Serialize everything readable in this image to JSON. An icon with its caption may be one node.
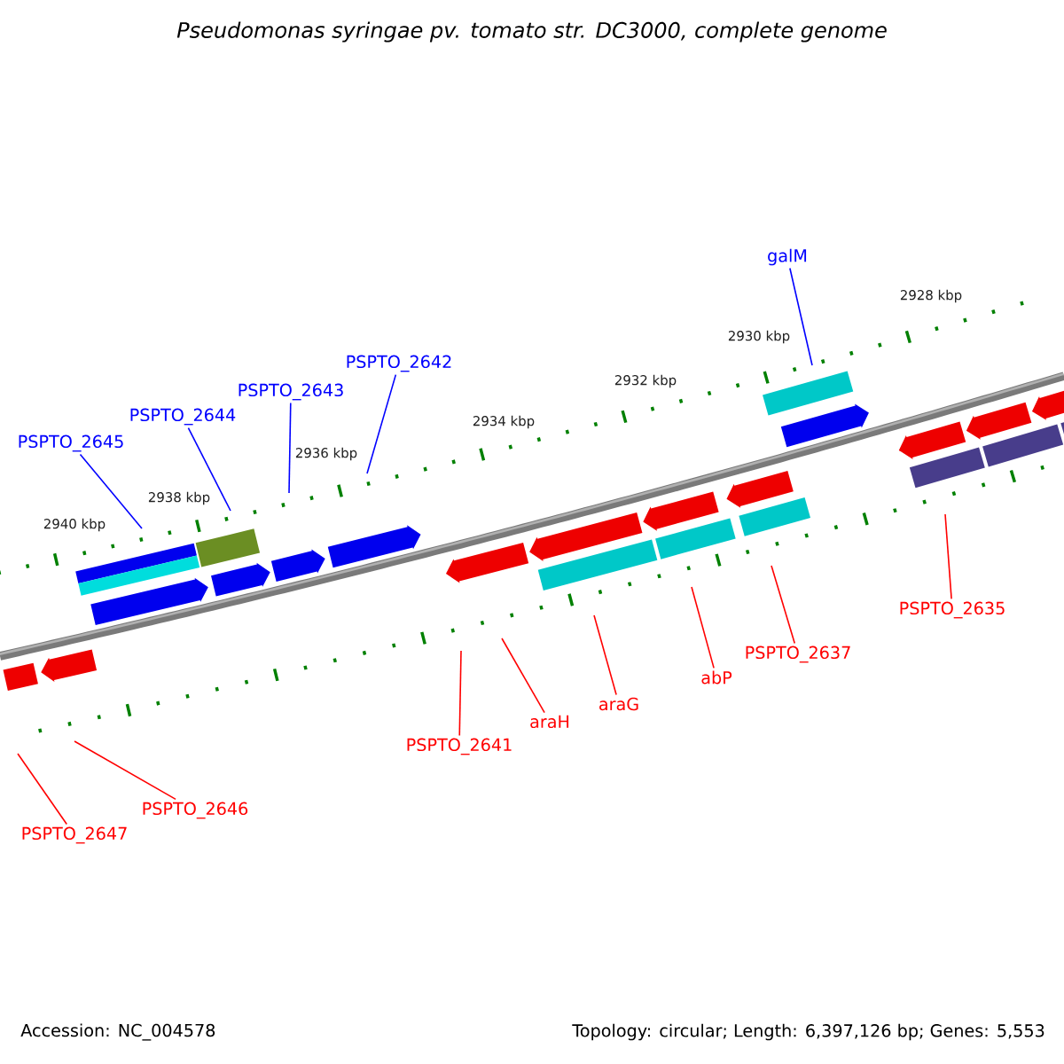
{
  "diagram": {
    "title": "Pseudomonas syringae pv. tomato str. DC3000, complete genome",
    "nodes": [
      {
        "text": [
          "galM"
        ]
      },
      {
        "text": [
          "PSPTO_2642"
        ]
      },
      {
        "text": [
          "PSPTO_2643"
        ]
      },
      {
        "text": [
          "PSPTO_2644"
        ]
      },
      {
        "text": [
          "PSPTO_2645"
        ]
      },
      {
        "text": [
          "PSPTO_2635"
        ]
      },
      {
        "text": [
          "PSPTO_2637"
        ]
      },
      {
        "text": [
          "abP"
        ]
      },
      {
        "text": [
          "araG"
        ]
      },
      {
        "text": [
          "araH"
        ]
      },
      {
        "text": [
          "PSPTO_2641"
        ]
      },
      {
        "text": [
          "PSPTO_2646"
        ]
      },
      {
        "text": [
          "PSPTO_2647"
        ]
      }
    ],
    "edges": [
      {
        "from": 0,
        "to": null,
        "arrow": "none",
        "color": "#0000ff"
      },
      {
        "from": 1,
        "to": null,
        "arrow": "none",
        "color": "#0000ff"
      },
      {
        "from": 2,
        "to": null,
        "arrow": "none",
        "color": "#0000ff"
      },
      {
        "from": 3,
        "to": null,
        "arrow": "none",
        "color": "#0000ff"
      },
      {
        "from": 4,
        "to": null,
        "arrow": "none",
        "color": "#0000ff"
      },
      {
        "from": 5,
        "to": null,
        "arrow": "none"
      },
      {
        "from": 6,
        "to": null,
        "arrow": "none"
      },
      {
        "from": 7,
        "to": null,
        "arrow": "none"
      },
      {
        "from": 8,
        "to": null,
        "arrow": "none"
      },
      {
        "from": 9,
        "to": null,
        "arrow": "none"
      },
      {
        "from": 10,
        "to": null,
        "arrow": "none"
      },
      {
        "from": 11,
        "to": null,
        "arrow": "none"
      },
      {
        "from": 12,
        "to": null,
        "arrow": "none"
      }
    ],
    "labels": [
      "2940 kbp",
      "2938 kbp",
      "2936 kbp",
      "2934 kbp",
      "2932 kbp",
      "2930 kbp",
      "2928 kbp",
      "Accession: NC_004578",
      "Topology: circular; Length: 6,397,126 bp; Genes: 5,553"
    ]
  }
}
